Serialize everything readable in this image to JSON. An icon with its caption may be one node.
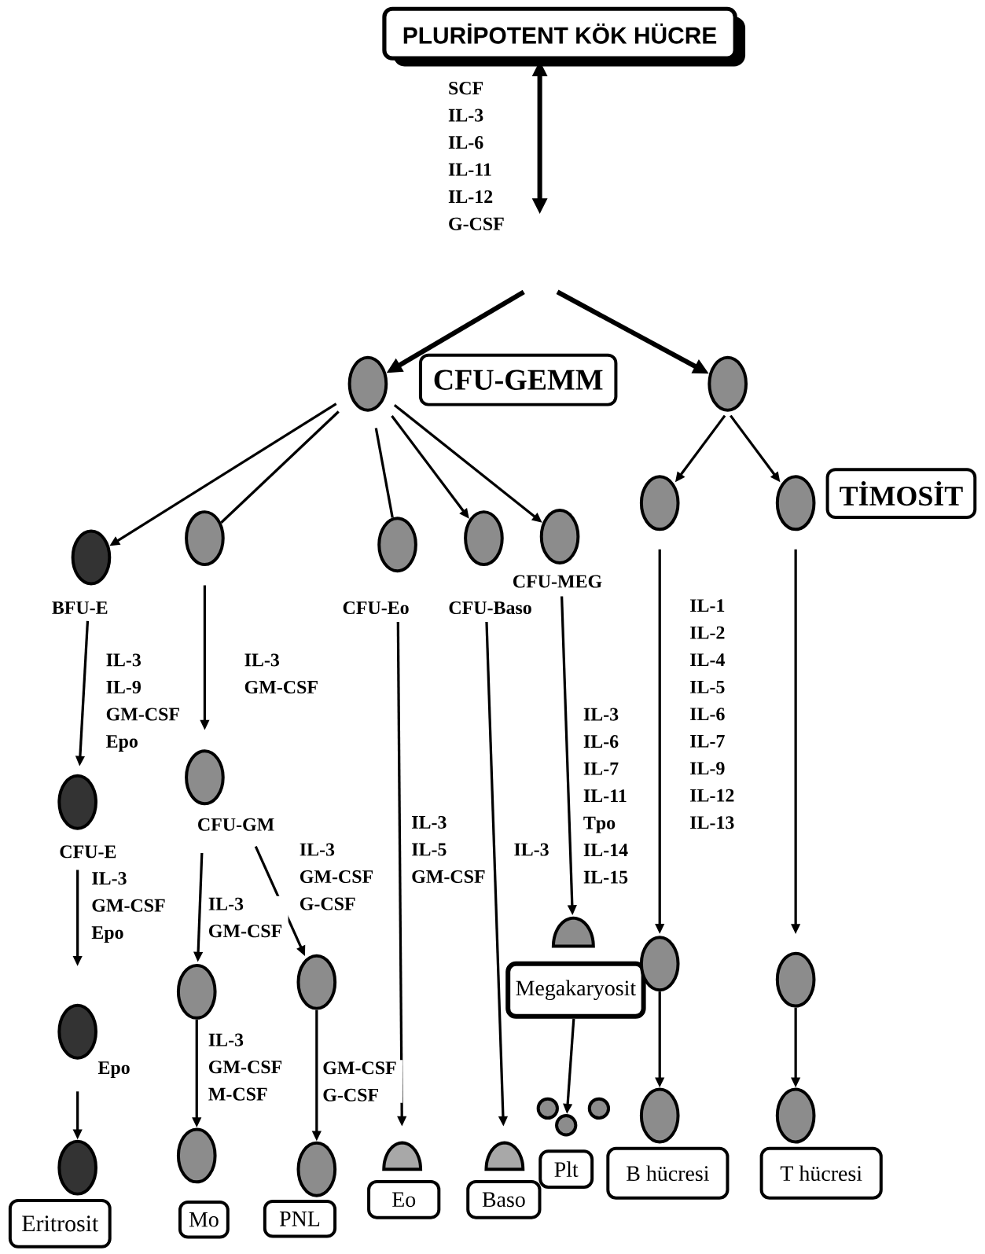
{
  "diagram": {
    "nodes": [
      {
        "text": [
          "PLURİPOTENT KÖK HÜCRE"
        ]
      },
      {
        "text": [],
        "shape": "ellipse"
      },
      {
        "text": [
          "CFU-GEMM"
        ]
      },
      {
        "text": [],
        "shape": "ellipse"
      },
      {
        "text": [],
        "shape": "ellipse"
      },
      {
        "text": [],
        "shape": "ellipse"
      },
      {
        "text": [
          "TİMOSİT"
        ]
      },
      {
        "text": [],
        "shape": "ellipse",
        "beside": [
          "BFU-E"
        ]
      },
      {
        "text": [],
        "shape": "ellipse"
      },
      {
        "text": [],
        "shape": "ellipse",
        "beside": [
          "CFU-Eo"
        ]
      },
      {
        "text": [],
        "shape": "ellipse",
        "beside": [
          "CFU-Baso"
        ]
      },
      {
        "text": [],
        "shape": "ellipse",
        "beside": [
          "CFU-MEG"
        ]
      },
      {
        "text": [],
        "shape": "ellipse",
        "beside": [
          "CFU-E"
        ]
      },
      {
        "text": [],
        "shape": "ellipse",
        "beside": [
          "CFU-GM"
        ]
      },
      {
        "text": [],
        "shape": "ellipse"
      },
      {
        "text": [],
        "shape": "ellipse"
      },
      {
        "text": [],
        "shape": "ellipse"
      },
      {
        "text": [],
        "shape": "ellipse"
      },
      {
        "text": [
          "Megakaryosit"
        ]
      },
      {
        "text": [],
        "shape": "ellipse"
      },
      {
        "text": [],
        "shape": "ellipse"
      },
      {
        "text": [],
        "shape": "circle"
      },
      {
        "text": [],
        "shape": "circle"
      },
      {
        "text": [],
        "shape": "circle"
      },
      {
        "text": [],
        "shape": "ellipse"
      },
      {
        "text": [],
        "shape": "ellipse"
      },
      {
        "text": [],
        "shape": "ellipse"
      },
      {
        "text": [],
        "shape": "ellipse"
      },
      {
        "text": [],
        "shape": "ellipse"
      },
      {
        "text": [],
        "shape": "ellipse"
      },
      {
        "text": [],
        "shape": "ellipse"
      },
      {
        "text": [
          "Eritrosit"
        ]
      },
      {
        "text": [
          "Mo"
        ]
      },
      {
        "text": [
          "PNL"
        ]
      },
      {
        "text": [
          "Eo"
        ]
      },
      {
        "text": [
          "Baso"
        ]
      },
      {
        "text": [
          "Plt"
        ]
      },
      {
        "text": [
          "B hücresi"
        ]
      },
      {
        "text": [
          "T hücresi"
        ]
      }
    ],
    "edges": [
      {
        "from": 0,
        "to": null,
        "arrow": "both",
        "style": "thick",
        "label": "SCF IL-3 IL-6 IL-11 IL-12 G-CSF"
      },
      {
        "from": null,
        "to": 1,
        "arrow": "to",
        "style": "thick"
      },
      {
        "from": null,
        "to": 3,
        "arrow": "to",
        "style": "thick"
      },
      {
        "from": 1,
        "to": 7,
        "arrow": "to"
      },
      {
        "from": 1,
        "to": 8,
        "arrow": "none"
      },
      {
        "from": 1,
        "to": 9,
        "arrow": "none"
      },
      {
        "from": 1,
        "to": 10,
        "arrow": "to"
      },
      {
        "from": 1,
        "to": 11,
        "arrow": "to"
      },
      {
        "from": 3,
        "to": 4,
        "arrow": "to"
      },
      {
        "from": 3,
        "to": 5,
        "arrow": "to"
      },
      {
        "from": 7,
        "to": 12,
        "arrow": "to",
        "label": "IL-3 IL-9 GM-CSF Epo"
      },
      {
        "from": 8,
        "to": 13,
        "arrow": "to",
        "label": "IL-3 GM-CSF"
      },
      {
        "from": 9,
        "to": 27,
        "arrow": "to",
        "label": "IL-3 IL-5 GM-CSF"
      },
      {
        "from": 10,
        "to": 28,
        "arrow": "to",
        "label": "IL-3"
      },
      {
        "from": 11,
        "to": 17,
        "arrow": "to",
        "label": "IL-3 IL-6 IL-7 IL-11 Tpo IL-14 IL-15"
      },
      {
        "from": 4,
        "to": 19,
        "arrow": "to",
        "label": "IL-1 IL-2 IL-4 IL-5 IL-6 IL-7 IL-9 IL-12 IL-13"
      },
      {
        "from": 5,
        "to": 20,
        "arrow": "to"
      },
      {
        "from": 12,
        "to": 14,
        "arrow": "to",
        "label": "IL-3 GM-CSF Epo"
      },
      {
        "from": 13,
        "to": 15,
        "arrow": "to",
        "label": "IL-3 GM-CSF"
      },
      {
        "from": 13,
        "to": 16,
        "arrow": "to",
        "label": "IL-3 GM-CSF G-CSF"
      },
      {
        "from": 14,
        "to": 24,
        "arrow": "to",
        "label": "Epo"
      },
      {
        "from": 15,
        "to": 25,
        "arrow": "to",
        "label": "IL-3 GM-CSF M-CSF"
      },
      {
        "from": 16,
        "to": 26,
        "arrow": "to",
        "label": "GM-CSF G-CSF"
      },
      {
        "from": 18,
        "to": 22,
        "arrow": "to"
      },
      {
        "from": 19,
        "to": 29,
        "arrow": "to"
      },
      {
        "from": 20,
        "to": 30,
        "arrow": "to"
      }
    ]
  }
}
